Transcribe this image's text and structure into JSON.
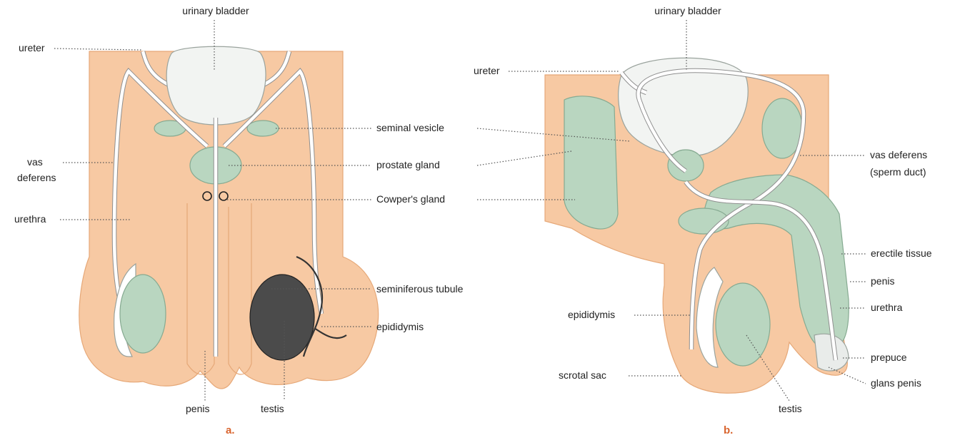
{
  "colors": {
    "skin": "#f7c9a3",
    "skin_edge": "#e6a878",
    "tissue_green": "#b9d6c0",
    "tissue_green_edge": "#86aa91",
    "bladder": "#f2f4f2",
    "tubule_dark": "#4b4b4b",
    "caption": "#d9652f"
  },
  "panel_a": {
    "caption": "a.",
    "labels": {
      "urinary_bladder": "urinary bladder",
      "ureter": "ureter",
      "vas_deferens_line1": "vas",
      "vas_deferens_line2": "deferens",
      "urethra": "urethra",
      "seminal_vesicle": "seminal vesicle",
      "prostate_gland": "prostate gland",
      "cowpers_gland": "Cowper's gland",
      "seminiferous_tubule": "seminiferous tubule",
      "epididymis": "epididymis",
      "penis": "penis",
      "testis": "testis"
    }
  },
  "panel_b": {
    "caption": "b.",
    "labels": {
      "urinary_bladder": "urinary bladder",
      "ureter": "ureter",
      "vas_deferens_line1": "vas deferens",
      "vas_deferens_line2": "(sperm duct)",
      "erectile_tissue": "erectile tissue",
      "penis": "penis",
      "urethra": "urethra",
      "prepuce": "prepuce",
      "glans_penis": "glans penis",
      "epididymis": "epididymis",
      "scrotal_sac": "scrotal sac",
      "testis": "testis"
    }
  }
}
